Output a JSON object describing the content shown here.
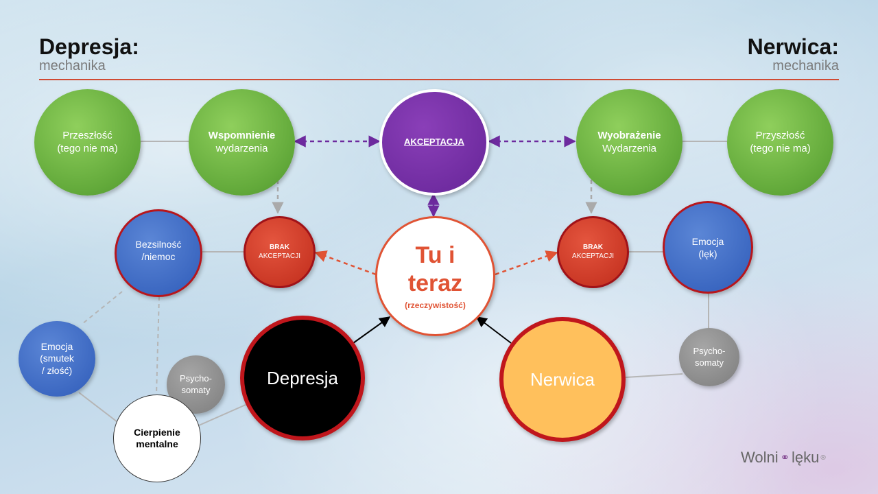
{
  "header": {
    "left_title": "Depresja:",
    "left_subtitle": "mechanika",
    "right_title": "Nerwica:",
    "right_subtitle": "mechanika"
  },
  "nodes": {
    "przeszlosc": {
      "line1": "Przeszłość",
      "line2": "(tego nie ma)"
    },
    "wspomnienie": {
      "line1": "Wspomnienie",
      "line2": "wydarzenia"
    },
    "akceptacja": {
      "label": "AKCEPTACJA"
    },
    "wyobrazenie": {
      "line1": "Wyobrażenie",
      "line2": "Wydarzenia"
    },
    "przyszlosc": {
      "line1": "Przyszłość",
      "line2": "(tego nie ma)"
    },
    "bezsilnosc": {
      "line1": "Bezsilność",
      "line2": "/niemoc"
    },
    "brak_left": {
      "line1": "BRAK",
      "line2": "AKCEPTACJI"
    },
    "tu_i_teraz": {
      "line1": "Tu i",
      "line2": "teraz",
      "line3": "(rzeczywistość)"
    },
    "brak_right": {
      "line1": "BRAK",
      "line2": "AKCEPTACJI"
    },
    "emocja_lek": {
      "line1": "Emocja",
      "line2": "(lęk)"
    },
    "emocja_smutek": {
      "line1": "Emocja",
      "line2": "(smutek",
      "line3": "/ złość)"
    },
    "psycho_left": {
      "line1": "Psycho-",
      "line2": "somaty"
    },
    "depresja": {
      "label": "Depresja"
    },
    "nerwica": {
      "label": "Nerwica"
    },
    "psycho_right": {
      "line1": "Psycho-",
      "line2": "somaty"
    },
    "cierpienie": {
      "line1": "Cierpienie",
      "line2": "mentalne"
    }
  },
  "logo": {
    "part1": "Wolni",
    "part2": "lęku",
    "reg": "®"
  },
  "colors": {
    "green": "#62a93a",
    "purple": "#6d2a9e",
    "blue": "#3a66c0",
    "red": "#c73422",
    "accent_orange": "#e05334",
    "nerwica_fill": "#ffc05c",
    "border_red": "#c0161c",
    "rule": "#d04a33"
  }
}
